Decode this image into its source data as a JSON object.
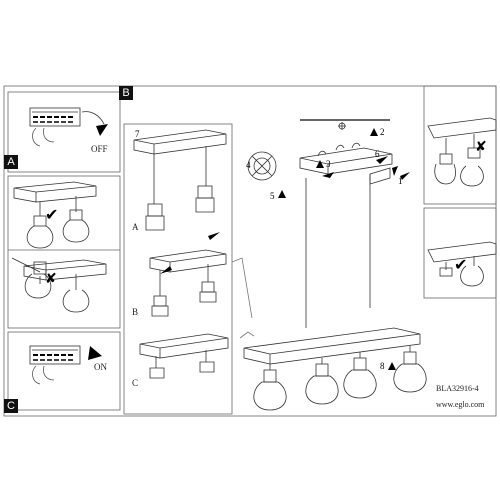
{
  "panel_labels": {
    "a": "A",
    "b": "B",
    "c": "C"
  },
  "switch_states": {
    "off": "OFF",
    "on": "ON"
  },
  "step_numbers": {
    "s1": "1",
    "s2": "2",
    "s3": "3",
    "s4": "4",
    "s5": "5",
    "s6": "6",
    "s7": "7",
    "s8": "8"
  },
  "variant_labels": {
    "a": "A",
    "b": "B",
    "c": "C"
  },
  "marks": {
    "check": "✔",
    "cross": "✘"
  },
  "footer": {
    "product_code": "BLA32916-4",
    "website": "www.eglo.com"
  }
}
